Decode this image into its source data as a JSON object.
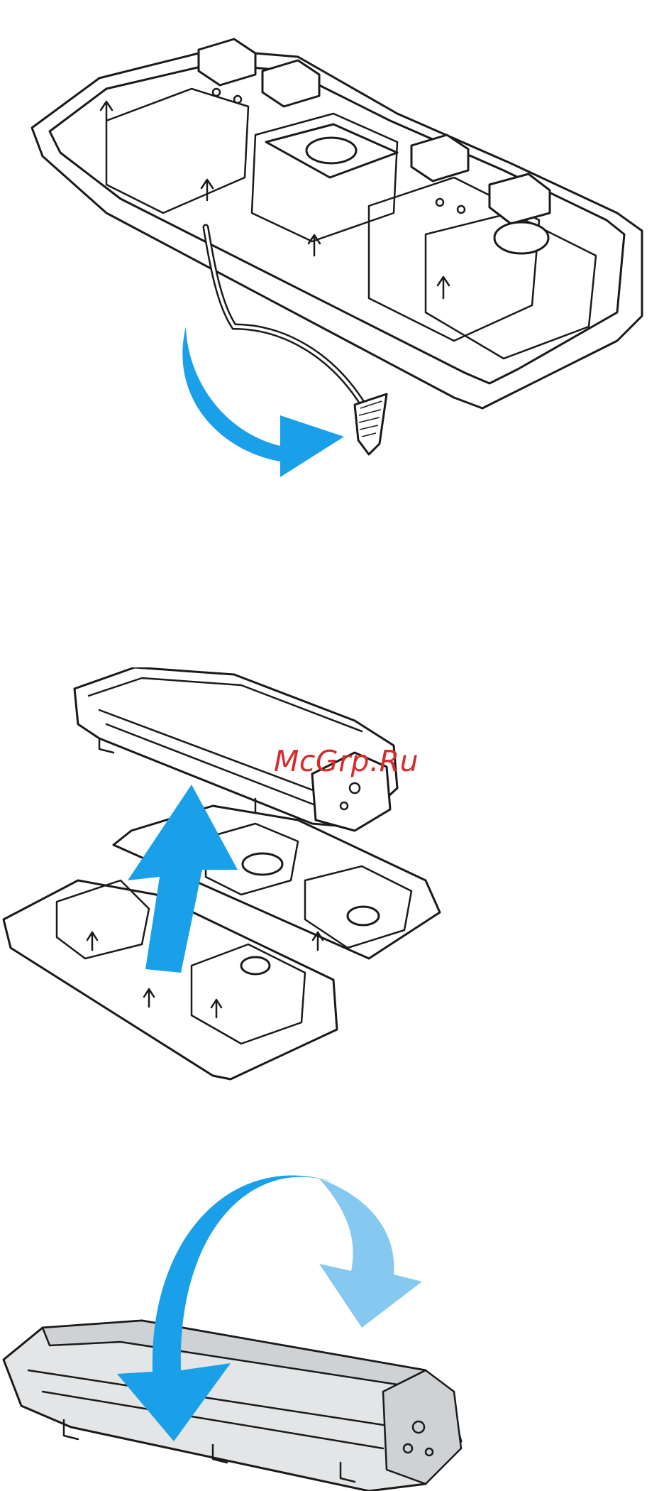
{
  "watermark": {
    "text": "McGrp.Ru"
  },
  "colors": {
    "arrow_primary": "#1aa0e8",
    "arrow_secondary": "#86c9f0",
    "line": "#1a1a1a",
    "cartridge_fill": "#e3e5e6"
  },
  "illustrations": [
    {
      "id": "step-remove-tray-strip",
      "icon": "curved-arrow-icon"
    },
    {
      "id": "step-lift-cartridge",
      "icon": "up-arrow-icon"
    },
    {
      "id": "step-rotate-cartridge",
      "icon": "rotate-arrow-icon"
    }
  ]
}
